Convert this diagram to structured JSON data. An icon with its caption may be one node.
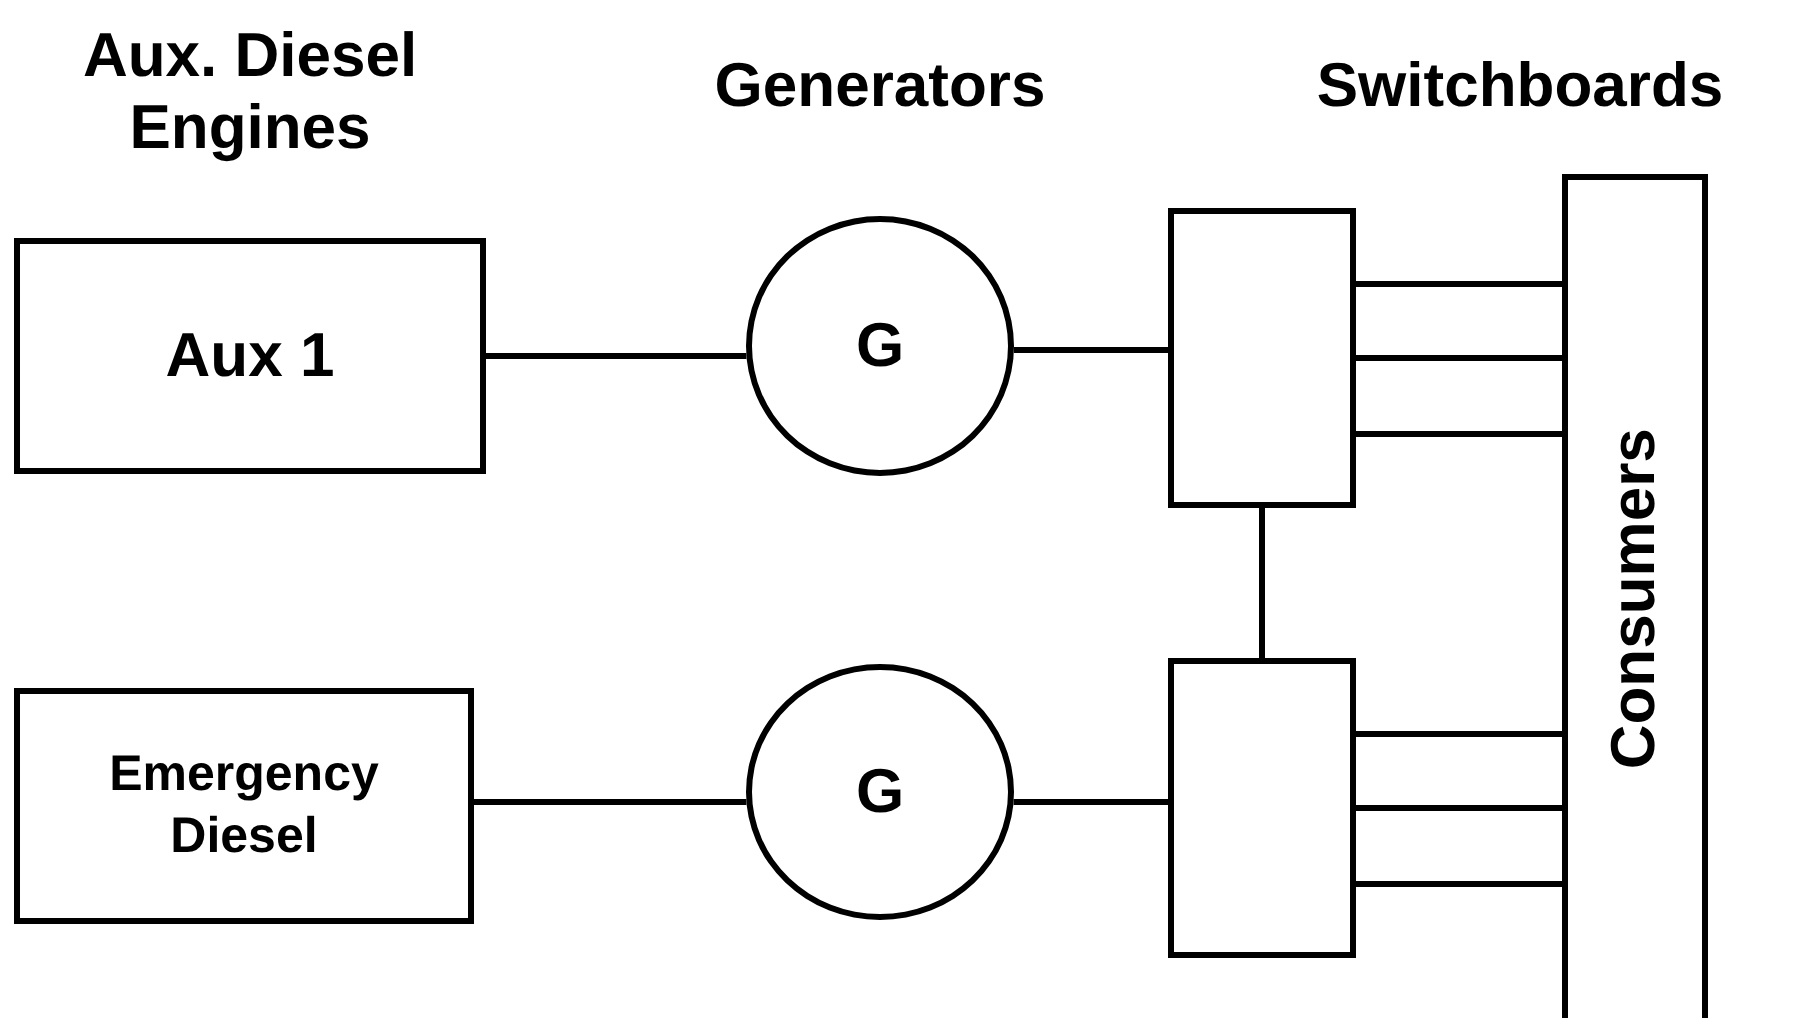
{
  "diagram": {
    "nodes": [
      {
        "text": [
          "Aux 1"
        ]
      },
      {
        "text": [
          "G"
        ]
      },
      {
        "text": [],
        "shape": "box"
      },
      {
        "text": [
          "Consumers"
        ]
      },
      {
        "text": [
          "Emergency Diesel"
        ]
      },
      {
        "text": [
          "G"
        ]
      },
      {
        "text": [],
        "shape": "box"
      }
    ],
    "edges": [
      {
        "from": 0,
        "to": 1,
        "arrow": "none"
      },
      {
        "from": 1,
        "to": 2,
        "arrow": "none"
      },
      {
        "from": 2,
        "to": 3,
        "arrow": "none"
      },
      {
        "from": 2,
        "to": 3,
        "arrow": "none"
      },
      {
        "from": 2,
        "to": 3,
        "arrow": "none"
      },
      {
        "from": 2,
        "to": 6,
        "arrow": "none"
      },
      {
        "from": 4,
        "to": 5,
        "arrow": "none"
      },
      {
        "from": 5,
        "to": 6,
        "arrow": "none"
      },
      {
        "from": 6,
        "to": 3,
        "arrow": "none"
      },
      {
        "from": 6,
        "to": 3,
        "arrow": "none"
      },
      {
        "from": 6,
        "to": 3,
        "arrow": "none"
      }
    ],
    "labels": [
      "Aux. Diesel Engines",
      "Generators",
      "Switchboards"
    ]
  }
}
